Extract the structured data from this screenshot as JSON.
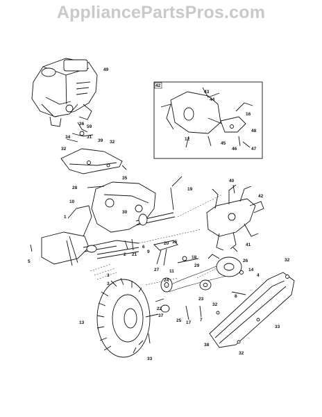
{
  "watermark": "AppliancePartsPros.com",
  "inset_label": "42",
  "part_labels": [
    {
      "id": "49",
      "text": "49"
    },
    {
      "id": "36",
      "text": "36"
    },
    {
      "id": "59",
      "text": "59"
    },
    {
      "id": "34",
      "text": "34"
    },
    {
      "id": "31",
      "text": "31"
    },
    {
      "id": "32a",
      "text": "32"
    },
    {
      "id": "39",
      "text": "39"
    },
    {
      "id": "32b",
      "text": "32"
    },
    {
      "id": "35",
      "text": "35"
    },
    {
      "id": "28",
      "text": "28"
    },
    {
      "id": "19",
      "text": "19"
    },
    {
      "id": "10",
      "text": "10"
    },
    {
      "id": "30",
      "text": "30"
    },
    {
      "id": "1",
      "text": "1"
    },
    {
      "id": "5",
      "text": "5"
    },
    {
      "id": "6",
      "text": "6"
    },
    {
      "id": "2",
      "text": "2"
    },
    {
      "id": "21",
      "text": "21"
    },
    {
      "id": "9",
      "text": "9"
    },
    {
      "id": "20",
      "text": "20"
    },
    {
      "id": "15",
      "text": "15"
    },
    {
      "id": "18",
      "text": "18"
    },
    {
      "id": "27",
      "text": "27"
    },
    {
      "id": "11",
      "text": "11"
    },
    {
      "id": "29",
      "text": "29"
    },
    {
      "id": "3a",
      "text": "3"
    },
    {
      "id": "3b",
      "text": "3"
    },
    {
      "id": "24",
      "text": "24"
    },
    {
      "id": "22",
      "text": "22"
    },
    {
      "id": "23",
      "text": "23"
    },
    {
      "id": "26",
      "text": "26"
    },
    {
      "id": "14",
      "text": "14"
    },
    {
      "id": "4",
      "text": "4"
    },
    {
      "id": "8",
      "text": "8"
    },
    {
      "id": "13",
      "text": "13"
    },
    {
      "id": "37",
      "text": "37"
    },
    {
      "id": "25",
      "text": "25"
    },
    {
      "id": "17",
      "text": "17"
    },
    {
      "id": "7",
      "text": "7"
    },
    {
      "id": "33a",
      "text": "33"
    },
    {
      "id": "32c",
      "text": "32"
    },
    {
      "id": "33b",
      "text": "33"
    },
    {
      "id": "38",
      "text": "38"
    },
    {
      "id": "32d",
      "text": "32"
    },
    {
      "id": "32e",
      "text": "32"
    },
    {
      "id": "40",
      "text": "40"
    },
    {
      "id": "42",
      "text": "42"
    },
    {
      "id": "41",
      "text": "41"
    },
    {
      "id": "43",
      "text": "43"
    },
    {
      "id": "44",
      "text": "44"
    },
    {
      "id": "16",
      "text": "16"
    },
    {
      "id": "12",
      "text": "12"
    },
    {
      "id": "48",
      "text": "48"
    },
    {
      "id": "45",
      "text": "45"
    },
    {
      "id": "46",
      "text": "46"
    },
    {
      "id": "47",
      "text": "47"
    }
  ]
}
